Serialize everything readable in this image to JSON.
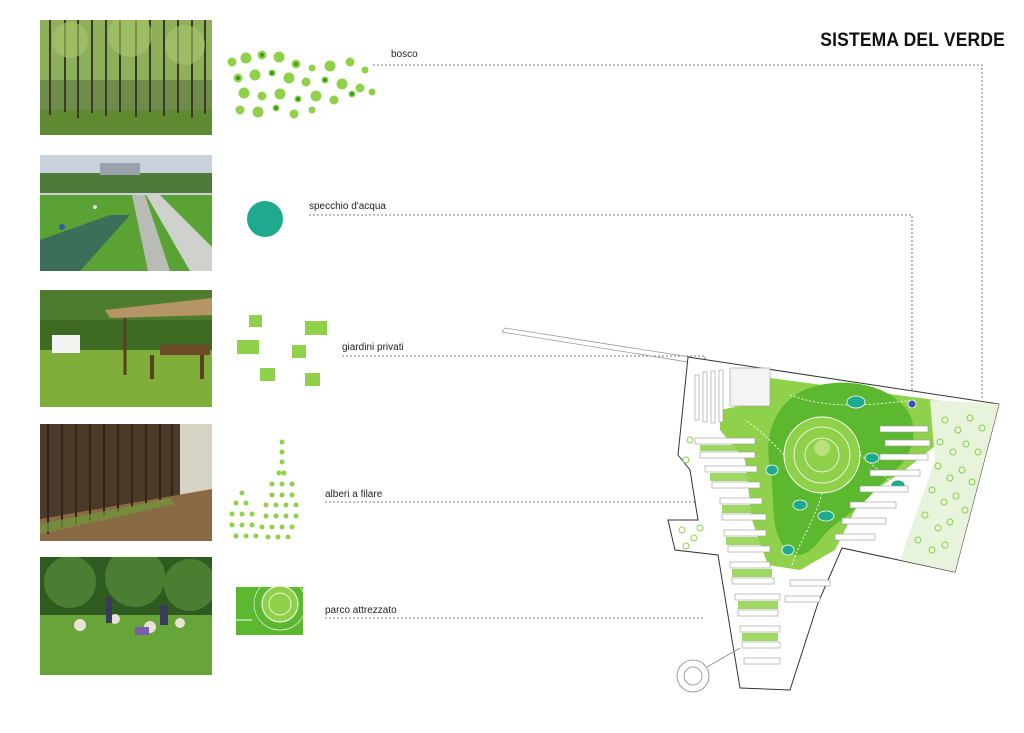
{
  "title": "SISTEMA DEL VERDE",
  "legend": [
    {
      "label": "bosco",
      "photo": "poplar-forest"
    },
    {
      "label": "specchio d'acqua",
      "photo": "water-canal-park"
    },
    {
      "label": "giardini privati",
      "photo": "private-garden"
    },
    {
      "label": "alberi a filare",
      "photo": "tree-rows"
    },
    {
      "label": "parco attrezzato",
      "photo": "equipped-park"
    }
  ],
  "colors": {
    "light_green": "#8fd14a",
    "mid_green": "#5cb82e",
    "dark_green": "#3a9a1e",
    "water_teal": "#1fa98e",
    "leader_line": "#555555"
  }
}
